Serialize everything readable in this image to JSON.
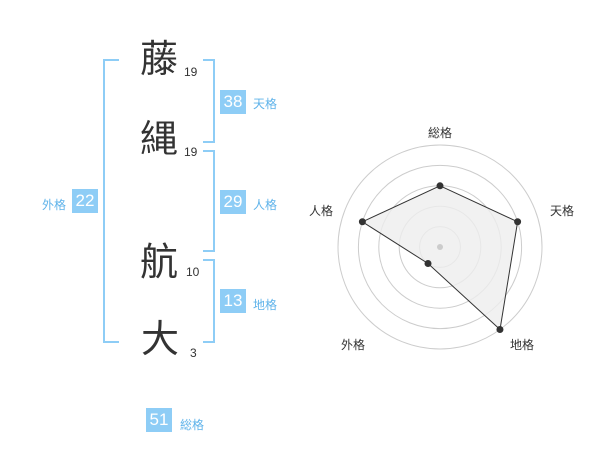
{
  "name": {
    "chars": [
      {
        "char": "藤",
        "strokes": "19"
      },
      {
        "char": "縄",
        "strokes": "19"
      },
      {
        "char": "航",
        "strokes": "10"
      },
      {
        "char": "大",
        "strokes": "3"
      }
    ]
  },
  "kaku": {
    "tenkaku": {
      "value": "38",
      "label": "天格"
    },
    "jinkaku": {
      "value": "29",
      "label": "人格"
    },
    "chikaku": {
      "value": "13",
      "label": "地格"
    },
    "gaikaku": {
      "value": "22",
      "label": "外格"
    },
    "soukaku": {
      "value": "51",
      "label": "総格"
    }
  },
  "chart_data": {
    "type": "radar",
    "axes": [
      "総格",
      "天格",
      "地格",
      "外格",
      "人格"
    ],
    "rings": 5,
    "max": 5,
    "values": [
      3,
      4,
      5,
      1,
      4
    ],
    "colors": {
      "fill": "#eeeeee",
      "line": "#333333",
      "grid": "#cccccc",
      "center": "#cccccc"
    }
  },
  "colors": {
    "accent": "#8ecdf6",
    "accent_text": "#5fb3ea",
    "text": "#333333"
  }
}
